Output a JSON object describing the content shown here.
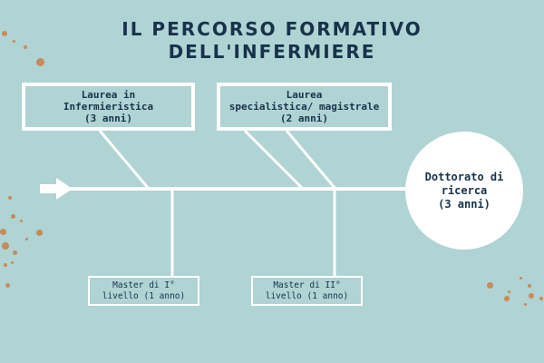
{
  "colors": {
    "background": "#b0d3d4",
    "title": "#17324a",
    "text": "#17324a",
    "lines": "#ffffff",
    "dots": "#c98a5a"
  },
  "title": {
    "line1": "IL PERCORSO FORMATIVO",
    "line2": "DELL'INFERMIERE"
  },
  "top_boxes": [
    {
      "lines": [
        "Laurea in",
        "Infermieristica",
        "(3 anni)"
      ]
    },
    {
      "lines": [
        "Laurea",
        "specialistica/ magistrale",
        "(2 anni)"
      ]
    }
  ],
  "bottom_boxes": [
    {
      "lines": [
        "Master di I°",
        "livello (1 anno)"
      ]
    },
    {
      "lines": [
        "Master di II°",
        "livello (1 anno)"
      ]
    }
  ],
  "end_circle": {
    "lines": [
      "Dottorato di",
      "ricerca",
      "(3 anni)"
    ]
  }
}
